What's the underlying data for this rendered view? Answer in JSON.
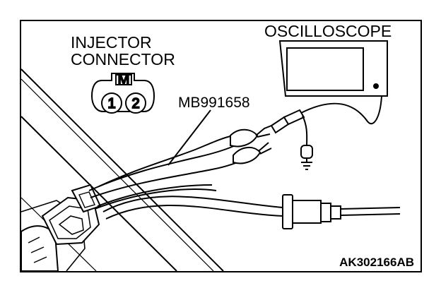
{
  "labels": {
    "injector_line1": "INJECTOR",
    "injector_line2": "CONNECTOR",
    "oscilloscope": "OSCILLOSCOPE",
    "tool_code": "MB991658",
    "figure_id": "AK302166AB"
  },
  "connector": {
    "pins": [
      "1",
      "2"
    ],
    "key_mark": "M"
  },
  "colors": {
    "line": "#000000",
    "background": "#ffffff"
  }
}
